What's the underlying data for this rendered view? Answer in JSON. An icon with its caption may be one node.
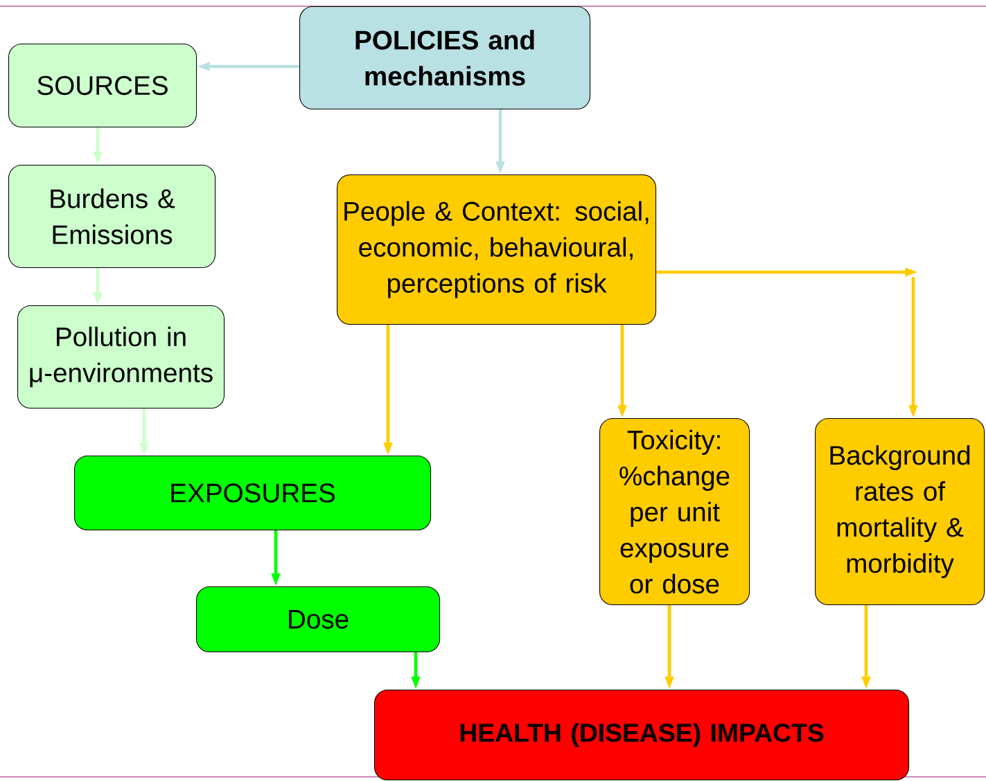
{
  "diagram": {
    "nodes": [
      {
        "text": [
          "POLICIES and mechanisms"
        ]
      },
      {
        "text": [
          "SOURCES"
        ]
      },
      {
        "text": [
          "Burdens & Emissions"
        ]
      },
      {
        "text": [
          "Pollution in μ-environments"
        ]
      },
      {
        "text": [
          "People & Context: social, economic, behavioural, perceptions of risk"
        ]
      },
      {
        "text": [
          "EXPOSURES"
        ]
      },
      {
        "text": [
          "Dose"
        ]
      },
      {
        "text": [
          "Toxicity: %change per unit exposure or dose"
        ]
      },
      {
        "text": [
          "Background rates of mortality & morbidity"
        ]
      },
      {
        "text": [
          "HEALTH (DISEASE) IMPACTS"
        ]
      }
    ],
    "edges": [
      {
        "from": 0,
        "to": 1,
        "arrow": "to",
        "color": "#b9e0e3"
      },
      {
        "from": 0,
        "to": 4,
        "arrow": "to",
        "color": "#b9e0e3"
      },
      {
        "from": 1,
        "to": 2,
        "arrow": "to",
        "color": "#ccffcc"
      },
      {
        "from": 2,
        "to": 3,
        "arrow": "to",
        "color": "#ccffcc"
      },
      {
        "from": 3,
        "to": 5,
        "arrow": "to",
        "color": "#ccffcc"
      },
      {
        "from": 4,
        "to": 5,
        "arrow": "to"
      },
      {
        "from": 4,
        "to": 7,
        "arrow": "to"
      },
      {
        "from": 4,
        "to": null,
        "arrow": "to"
      },
      {
        "from": null,
        "to": 8,
        "arrow": "to"
      },
      {
        "from": 5,
        "to": 6,
        "arrow": "to",
        "color": "#00ff00"
      },
      {
        "from": 6,
        "to": 9,
        "arrow": "to",
        "color": "#00ff00"
      },
      {
        "from": 7,
        "to": 9,
        "arrow": "to"
      },
      {
        "from": 8,
        "to": 9,
        "arrow": "to"
      }
    ]
  }
}
